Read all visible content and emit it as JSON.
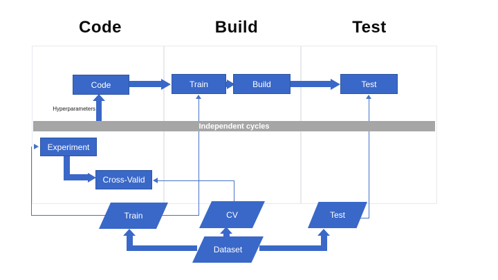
{
  "colors": {
    "shape_blue": "#3a68c8",
    "shape_border": "#2d55a0",
    "line_blue": "#4472c4",
    "bar_gray": "#a6a6a6",
    "bar_text": "#ffffff",
    "header_text": "#0a0a0a",
    "lane_border": "#e7e9ee",
    "annotation_text": "#1a1a1a",
    "background": "#ffffff"
  },
  "headers": [
    {
      "label": "Code"
    },
    {
      "label": "Build"
    },
    {
      "label": "Test"
    }
  ],
  "process_boxes": [
    {
      "label": "Code"
    },
    {
      "label": "Train"
    },
    {
      "label": "Build"
    },
    {
      "label": "Test"
    }
  ],
  "bar": {
    "label": "Independent cycles"
  },
  "annotations": {
    "hyperparameters": "Hyperparameters"
  },
  "lower_boxes": [
    {
      "label": "Experiment"
    },
    {
      "label": "Cross-Valid"
    }
  ],
  "data_nodes": [
    {
      "label": "Train"
    },
    {
      "label": "CV"
    },
    {
      "label": "Test"
    },
    {
      "label": "Dataset"
    }
  ]
}
